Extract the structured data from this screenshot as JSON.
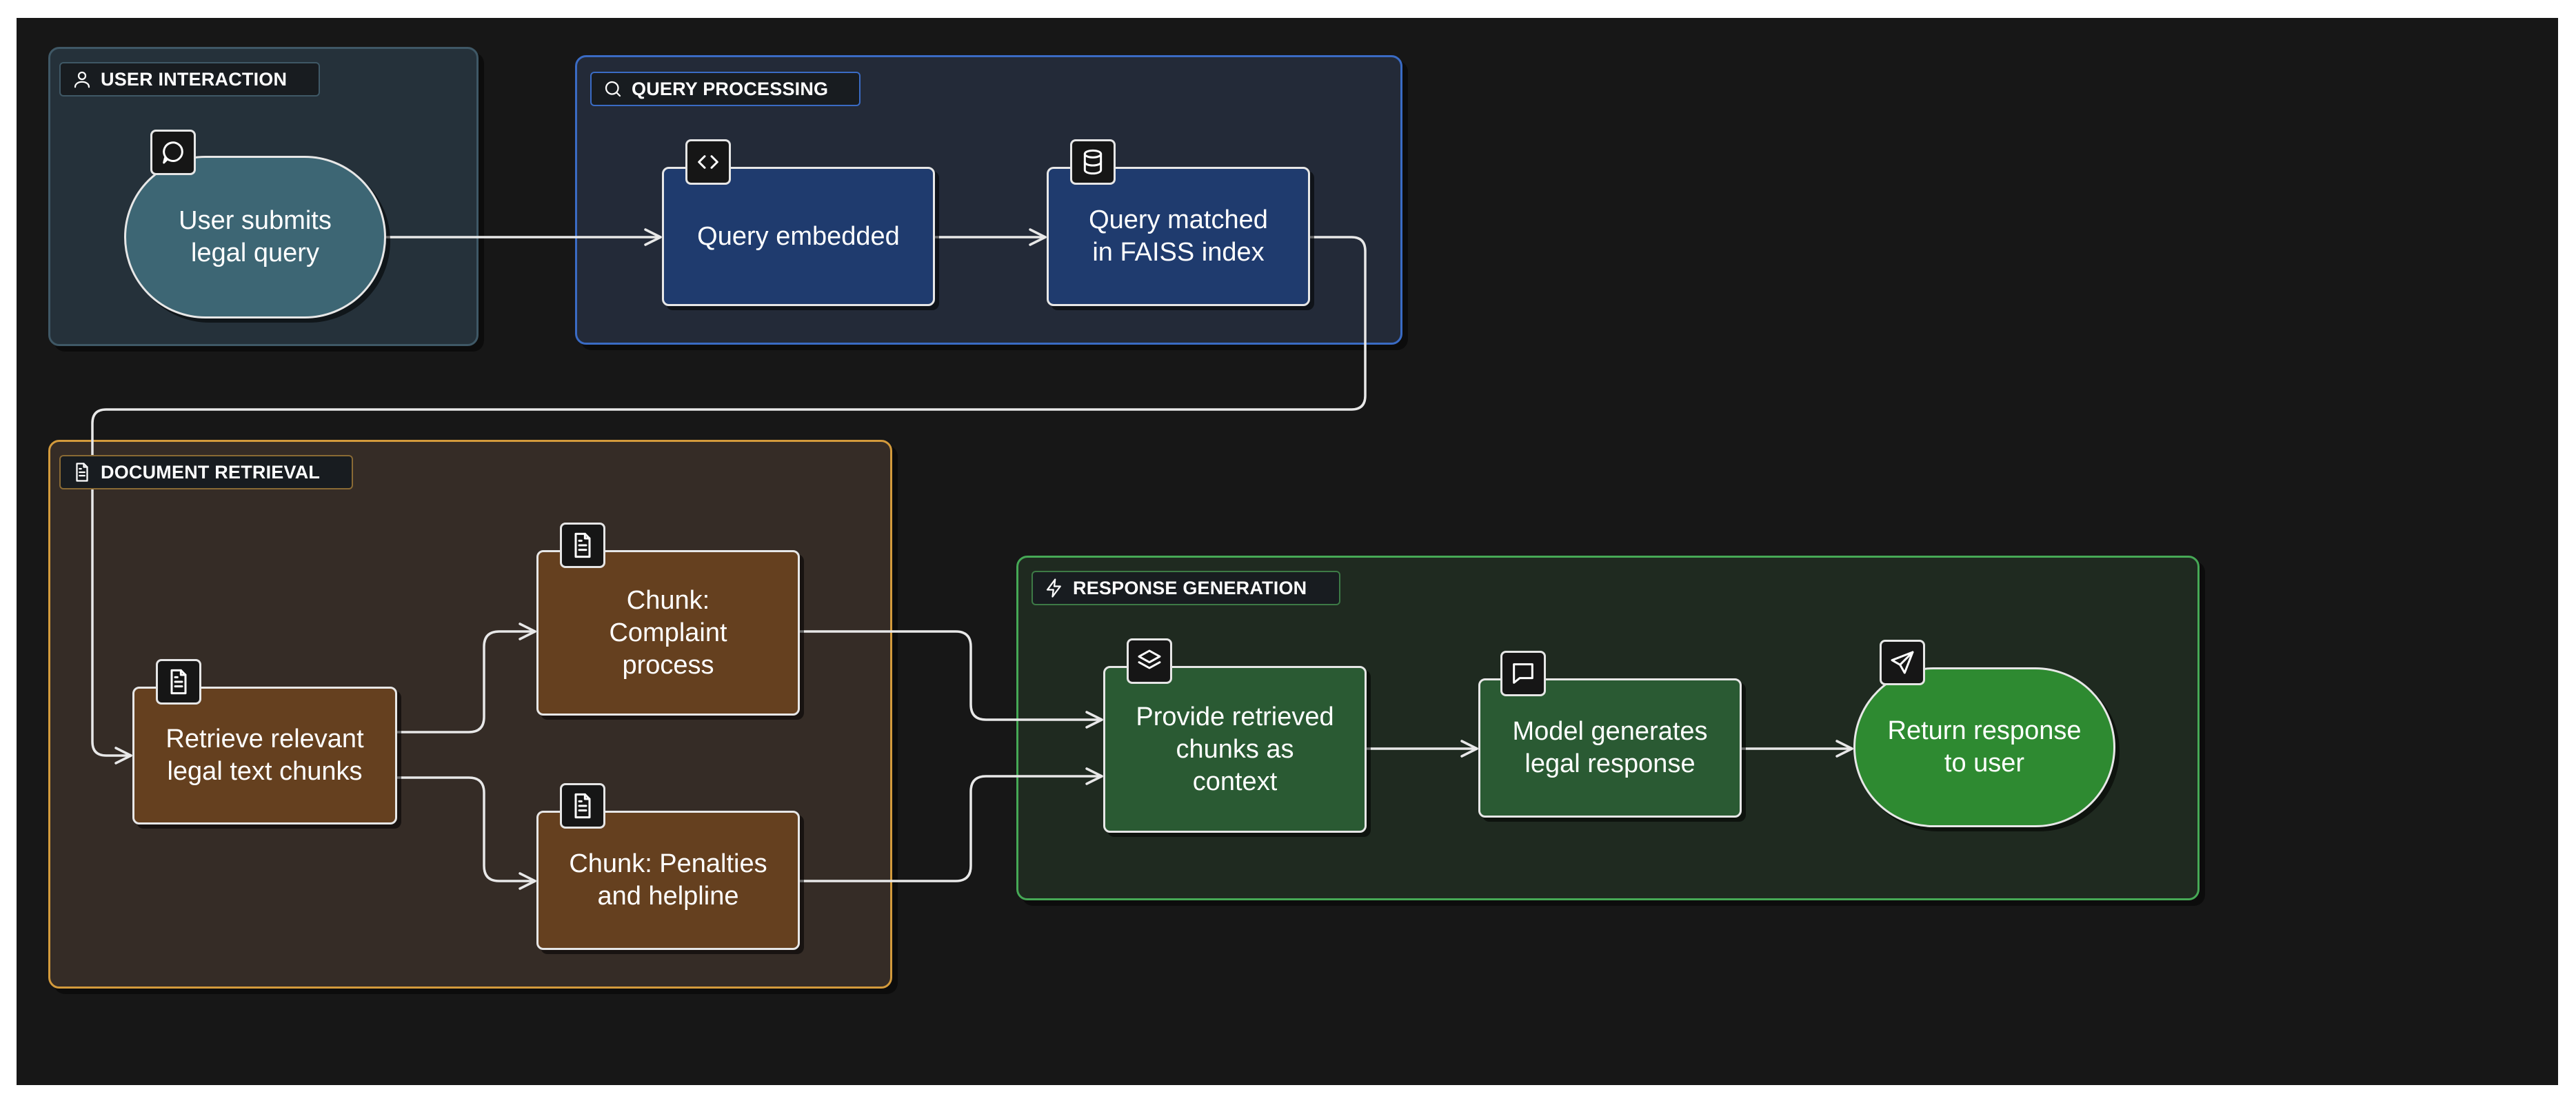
{
  "groups": {
    "user_interaction": "USER INTERACTION",
    "query_processing": "QUERY PROCESSING",
    "document_retrieval": "DOCUMENT RETRIEVAL",
    "response_generation": "RESPONSE GENERATION"
  },
  "nodes": {
    "submit": [
      "User submits",
      "legal query"
    ],
    "embed": [
      "Query embedded"
    ],
    "faiss": [
      "Query matched",
      "in FAISS index"
    ],
    "retrieve": [
      "Retrieve relevant",
      "legal text chunks"
    ],
    "complaint": [
      "Chunk:",
      "Complaint",
      "process"
    ],
    "penalties": [
      "Chunk: Penalties",
      "and helpline"
    ],
    "provide": [
      "Provide retrieved",
      "chunks as",
      "context"
    ],
    "model": [
      "Model generates",
      "legal response"
    ],
    "return": [
      "Return response",
      "to user"
    ]
  },
  "icons": {
    "user_interaction": "user-icon",
    "query_processing": "search-icon",
    "document_retrieval": "file-text-icon",
    "response_generation": "bolt-icon",
    "submit": "message-circle-icon",
    "embed": "code-icon",
    "faiss": "database-icon",
    "retrieve": "file-text-icon",
    "complaint": "file-text-icon",
    "penalties": "file-text-icon",
    "provide": "layers-icon",
    "model": "message-square-icon",
    "return": "send-icon"
  },
  "colors": {
    "canvas": "#171717",
    "user_group": "#25313a",
    "query_group_border": "#3a6bc4",
    "doc_group_border": "#d39a3c",
    "resp_group_border": "#46a956",
    "query_node": "#1f3b6e",
    "doc_node": "#65401f",
    "resp_node": "#2a5a33",
    "return_node": "#2e8a31"
  }
}
